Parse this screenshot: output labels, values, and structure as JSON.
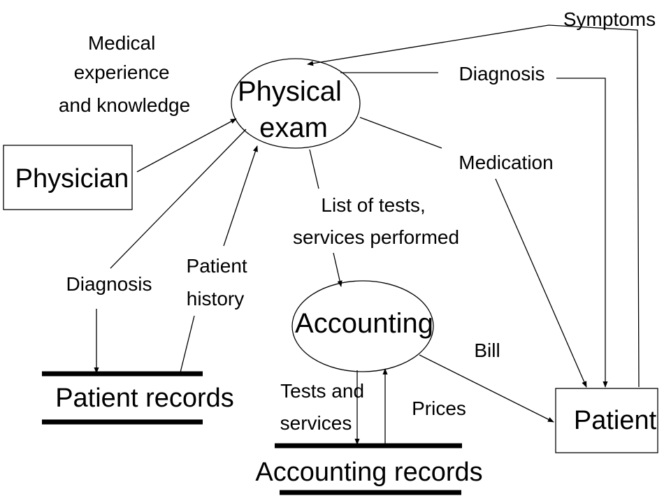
{
  "diagram": {
    "entities": {
      "physician": "Physician",
      "patient": "Patient"
    },
    "processes": {
      "physical_exam": [
        "Physical",
        "exam"
      ],
      "accounting": "Accounting"
    },
    "stores": {
      "patient_records": "Patient records",
      "accounting_records": "Accounting records"
    },
    "flows": {
      "medical_experience": [
        "Medical",
        "experience",
        "and knowledge"
      ],
      "symptoms": "Symptoms",
      "diagnosis_to_patient": "Diagnosis",
      "medication": "Medication",
      "list_of_tests": [
        "List of tests,",
        "services performed"
      ],
      "diagnosis_to_records": "Diagnosis",
      "patient_history": [
        "Patient",
        "history"
      ],
      "bill": "Bill",
      "tests_and_services": [
        "Tests and",
        "services"
      ],
      "prices": "Prices"
    }
  }
}
